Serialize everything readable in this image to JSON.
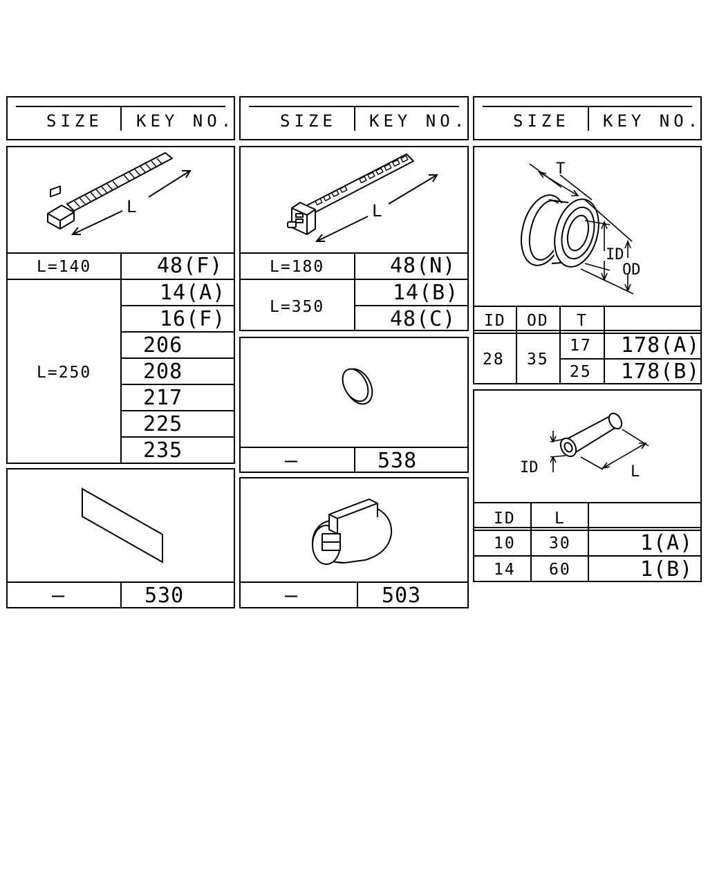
{
  "headers": {
    "size": "SIZE",
    "key_no": "KEY NO."
  },
  "ties_small": {
    "rows": [
      {
        "size": "L=140",
        "key": "48(F)"
      }
    ],
    "group_size": "L=250",
    "group_keys": [
      "14(A)",
      "16(F)",
      "206",
      "208",
      "217",
      "225",
      "235"
    ],
    "dim_label": "L"
  },
  "ties_large": {
    "rows": [
      {
        "size": "L=180",
        "key": "48(N)"
      }
    ],
    "group_size": "L=350",
    "group_keys": [
      "14(B)",
      "48(C)"
    ],
    "dim_label": "L"
  },
  "grommet": {
    "dims": {
      "t": "T",
      "id": "ID",
      "od": "OD"
    },
    "columns": [
      "ID",
      "OD",
      "T"
    ],
    "id_value": "28",
    "od_value": "35",
    "rows": [
      {
        "t": "17",
        "key": "178(A)"
      },
      {
        "t": "25",
        "key": "178(B)"
      }
    ]
  },
  "sheet": {
    "size": "—",
    "key": "530"
  },
  "plug": {
    "size": "—",
    "key": "538"
  },
  "clip": {
    "size": "—",
    "key": "503"
  },
  "tube": {
    "dims": {
      "id": "ID",
      "l": "L"
    },
    "columns": [
      "ID",
      "L"
    ],
    "rows": [
      {
        "id": "10",
        "l": "30",
        "key": "1(A)"
      },
      {
        "id": "14",
        "l": "60",
        "key": "1(B)"
      }
    ]
  }
}
